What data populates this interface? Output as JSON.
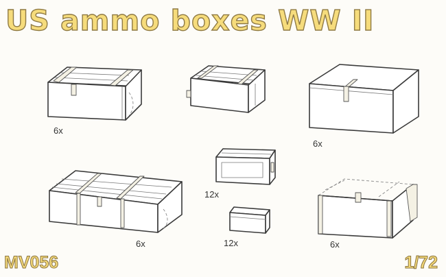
{
  "title": "US ammo boxes WW II",
  "product_code": "MV056",
  "scale": "1/72",
  "colors": {
    "title_fill": "#f6dc7c",
    "title_outline": "#8f7a44",
    "background": "#fdfcf8",
    "line": "#3a3a3a"
  },
  "items": [
    {
      "name": "wooden crate with lid battens",
      "quantity": "6x"
    },
    {
      "name": "small wooden crate",
      "quantity": ""
    },
    {
      "name": "closed box with latch",
      "quantity": "6x"
    },
    {
      "name": "large wooden crate with straps",
      "quantity": "6x"
    },
    {
      "name": "metal ammo can",
      "quantity": "12x"
    },
    {
      "name": "small ammo box",
      "quantity": "12x"
    },
    {
      "name": "open wooden crate",
      "quantity": "6x"
    }
  ]
}
